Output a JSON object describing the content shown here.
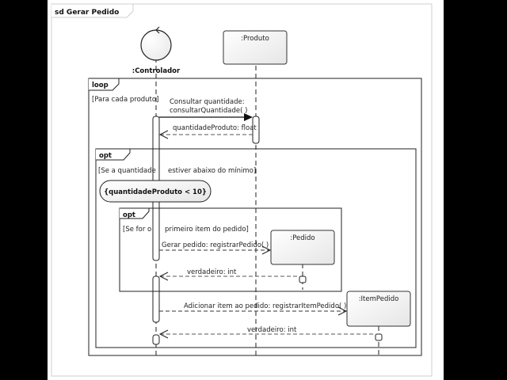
{
  "diagram": {
    "title": "sd Gerar Pedido",
    "lifelines": [
      {
        "id": "controlador",
        "label": ":Controlador",
        "kind": "control"
      },
      {
        "id": "produto",
        "label": ":Produto",
        "kind": "object"
      },
      {
        "id": "pedido",
        "label": ":Pedido",
        "kind": "object"
      },
      {
        "id": "itempedido",
        "label": ":ItemPedido",
        "kind": "object"
      }
    ],
    "fragments": [
      {
        "operator": "loop",
        "guard": "[Para cada produto]"
      },
      {
        "operator": "opt",
        "guard": "[Se a quantidade estiver abaixo do mínimo]"
      },
      {
        "operator": "opt",
        "guard": "[Se for o primeiro item do pedido]"
      }
    ],
    "guard_split": {
      "opt1_left": "[Se a quantidade",
      "opt1_right": "estiver abaixo do mínimo]",
      "opt2_left": "[Se for o",
      "opt2_right": "primeiro item do pedido]"
    },
    "constraint": "{quantidadeProduto < 10}",
    "messages": [
      {
        "from": "controlador",
        "to": "produto",
        "type": "sync",
        "line1": "Consultar quantidade:",
        "line2": "consultarQuantidade( )"
      },
      {
        "from": "produto",
        "to": "controlador",
        "type": "reply",
        "label": "quantidadeProduto: float"
      },
      {
        "from": "controlador",
        "to": "pedido",
        "type": "create",
        "label": "Gerar pedido: registrarPedido( )"
      },
      {
        "from": "pedido",
        "to": "controlador",
        "type": "reply",
        "label": "verdadeiro: int"
      },
      {
        "from": "controlador",
        "to": "itempedido",
        "type": "create",
        "label": "Adicionar item ao pedido: registrarItemPedido( )"
      },
      {
        "from": "itempedido",
        "to": "controlador",
        "type": "reply",
        "label": "verdadeiro: int"
      }
    ]
  }
}
